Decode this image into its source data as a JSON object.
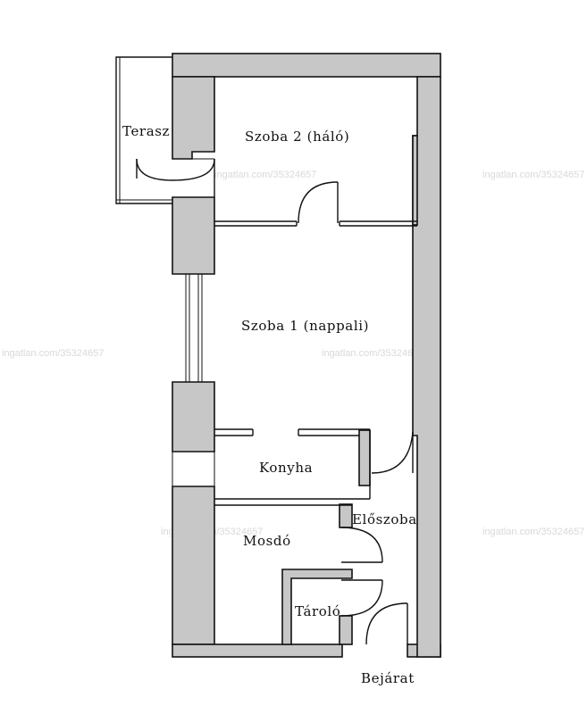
{
  "rooms": {
    "terrace": "Terasz",
    "bedroom": "Szoba 2 (háló)",
    "living": "Szoba 1 (nappali)",
    "kitchen": "Konyha",
    "hall": "Előszoba",
    "bathroom": "Mosdó",
    "storage": "Tároló",
    "entrance": "Bejárat"
  },
  "watermark": "ingatlan.com/35324657",
  "colors": {
    "wall_fill": "#c7c7c7",
    "line": "#111111",
    "watermark": "#d9d9d9"
  }
}
